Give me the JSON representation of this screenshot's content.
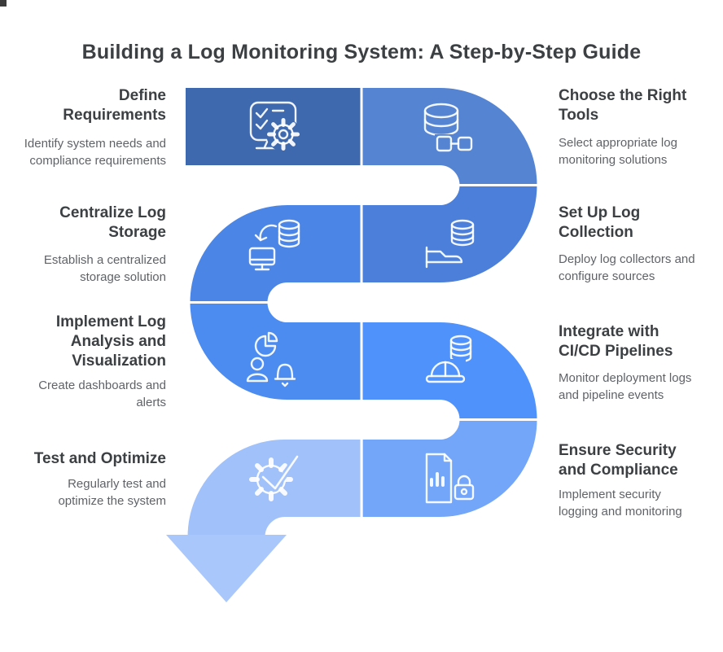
{
  "title": {
    "text": "Building a Log Monitoring System: A Step-by-Step Guide",
    "color": "#3C4043"
  },
  "corner_mark": {
    "color": "#3B3B3B"
  },
  "flow": {
    "divider_color": "#FFFFFF",
    "icon_stroke": "#FFFFFF",
    "arrow_color": "#A9C7FB",
    "direction_note": "S-curve top-left to bottom arrow"
  },
  "steps": [
    {
      "title": "Define\nRequirements",
      "description": "Identify system needs and\ncompliance requirements",
      "color": "#3E69AE",
      "side": "left",
      "icon": "checklist-gear-icon"
    },
    {
      "title": "Choose the Right\nTools",
      "description": "Select appropriate log\nmonitoring solutions",
      "color": "#5584D2",
      "side": "right",
      "icon": "database-link-icon"
    },
    {
      "title": "Centralize Log\nStorage",
      "description": "Establish a centralized\nstorage solution",
      "color": "#4B86E6",
      "side": "left",
      "icon": "storage-sync-icon"
    },
    {
      "title": "Set Up Log\nCollection",
      "description": "Deploy log collectors and\nconfigure sources",
      "color": "#4B7FD9",
      "side": "right",
      "icon": "log-collector-icon"
    },
    {
      "title": "Implement Log\nAnalysis and\nVisualization",
      "description": "Create dashboards and\nalerts",
      "color": "#4C8CF1",
      "side": "left",
      "icon": "analytics-alert-icon"
    },
    {
      "title": "Integrate with\nCI/CD Pipelines",
      "description": "Monitor deployment logs\nand pipeline events",
      "color": "#5092FB",
      "side": "right",
      "icon": "pipeline-database-icon"
    },
    {
      "title": "Test and Optimize",
      "description": "Regularly test and\noptimize the system",
      "color": "#A0C1FA",
      "side": "left",
      "icon": "gear-check-icon"
    },
    {
      "title": "Ensure Security\nand Compliance",
      "description": "Implement security\nlogging and monitoring",
      "color": "#73A5F8",
      "side": "right",
      "icon": "secure-log-icon"
    }
  ]
}
